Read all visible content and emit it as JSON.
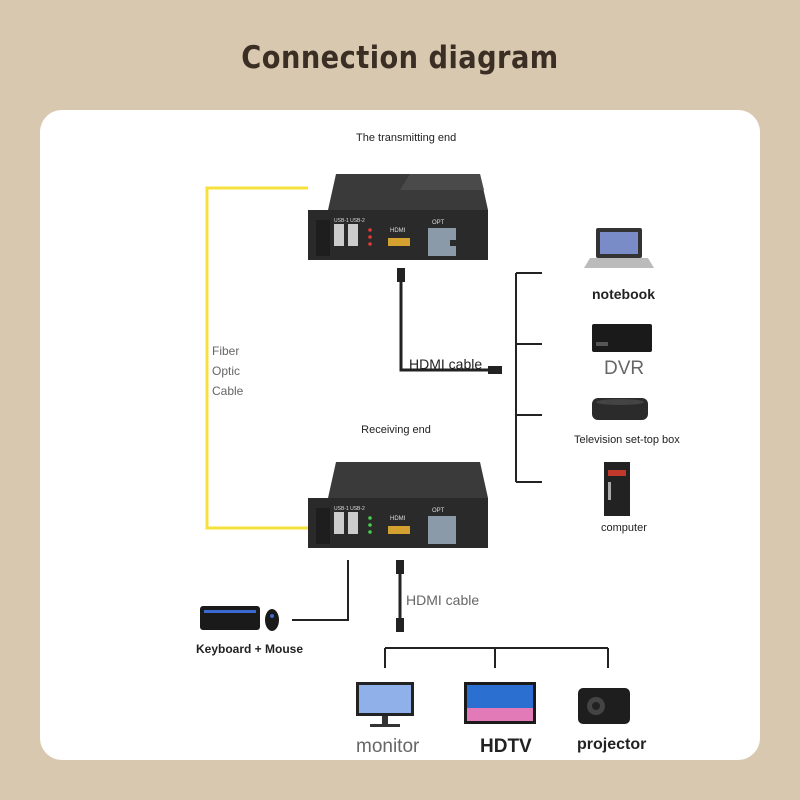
{
  "title": "Connection diagram",
  "transmitter": {
    "label": "The transmitting end",
    "usb_label": "USB-1 USB-2",
    "hdmi_label": "HDMI",
    "opt_label": "OPT"
  },
  "receiver": {
    "label": "Receiving end",
    "usb_label": "USB-1 USB-2",
    "hdmi_label": "HDMI",
    "opt_label": "OPT"
  },
  "fiber_label": [
    "Fiber",
    "Optic",
    "Cable"
  ],
  "hdmi_cable_top": "HDMI cable",
  "hdmi_cable_bottom": "HDMI cable",
  "sources": [
    "notebook",
    "DVR",
    "Television set-top box",
    "computer"
  ],
  "peripherals": "Keyboard + Mouse",
  "displays": [
    "monitor",
    "HDTV",
    "projector"
  ],
  "colors": {
    "background": "#d8c8b0",
    "fiber": "#f5e03c",
    "device": "#2a2a2a",
    "led_tx": "#e53935",
    "led_rx": "#43d14a"
  }
}
